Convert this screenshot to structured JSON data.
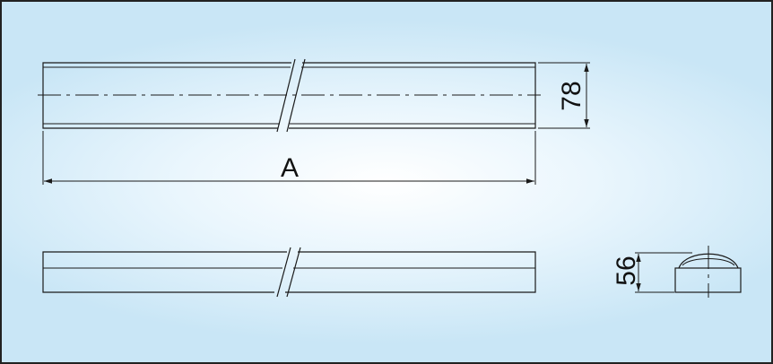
{
  "drawing": {
    "height_dim": "78",
    "length_dim": "A",
    "profile_dim": "56"
  },
  "colors": {
    "background_center": "#ffffff",
    "background_edge": "#c9e6f6",
    "line": "#1a1a1a",
    "border": "#222222"
  }
}
